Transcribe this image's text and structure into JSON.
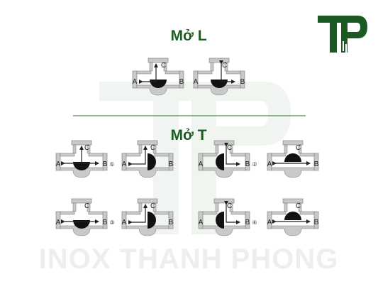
{
  "colors": {
    "brand_green": "#1d5a22",
    "watermark": "#e5ede5",
    "body_fill": "#c9c9c9",
    "ball": "#111111",
    "arrow": "#222222",
    "divider": "#2f6a33"
  },
  "logo": {
    "letters": "TP"
  },
  "watermark": {
    "text": "INOX THANH PHONG"
  },
  "sections": {
    "l_open": {
      "title": "Mở L"
    },
    "t_open": {
      "title": "Mở T"
    }
  },
  "port_labels": {
    "a": "A",
    "b": "B",
    "c": "C"
  },
  "valves": {
    "l": [
      {
        "id": "l1",
        "ball": "down",
        "flow": "A-C",
        "number": ""
      },
      {
        "id": "l2",
        "ball": "down",
        "flow": "C-B",
        "number": ""
      }
    ],
    "t": [
      {
        "id": "t1",
        "ball": "down",
        "flow": "ALL",
        "number": "①"
      },
      {
        "id": "t2",
        "ball": "right",
        "flow": "A-C",
        "number": ""
      },
      {
        "id": "t3",
        "ball": "left",
        "flow": "C-B",
        "number": "②"
      },
      {
        "id": "t4",
        "ball": "up",
        "flow": "A-B",
        "number": ""
      },
      {
        "id": "t5",
        "ball": "down",
        "flow": "A-B",
        "number": "③"
      },
      {
        "id": "t6",
        "ball": "right",
        "flow": "A-C",
        "number": ""
      },
      {
        "id": "t7",
        "ball": "left",
        "flow": "C-B",
        "number": "④"
      },
      {
        "id": "t8",
        "ball": "up",
        "flow": "A-B",
        "number": ""
      }
    ]
  }
}
